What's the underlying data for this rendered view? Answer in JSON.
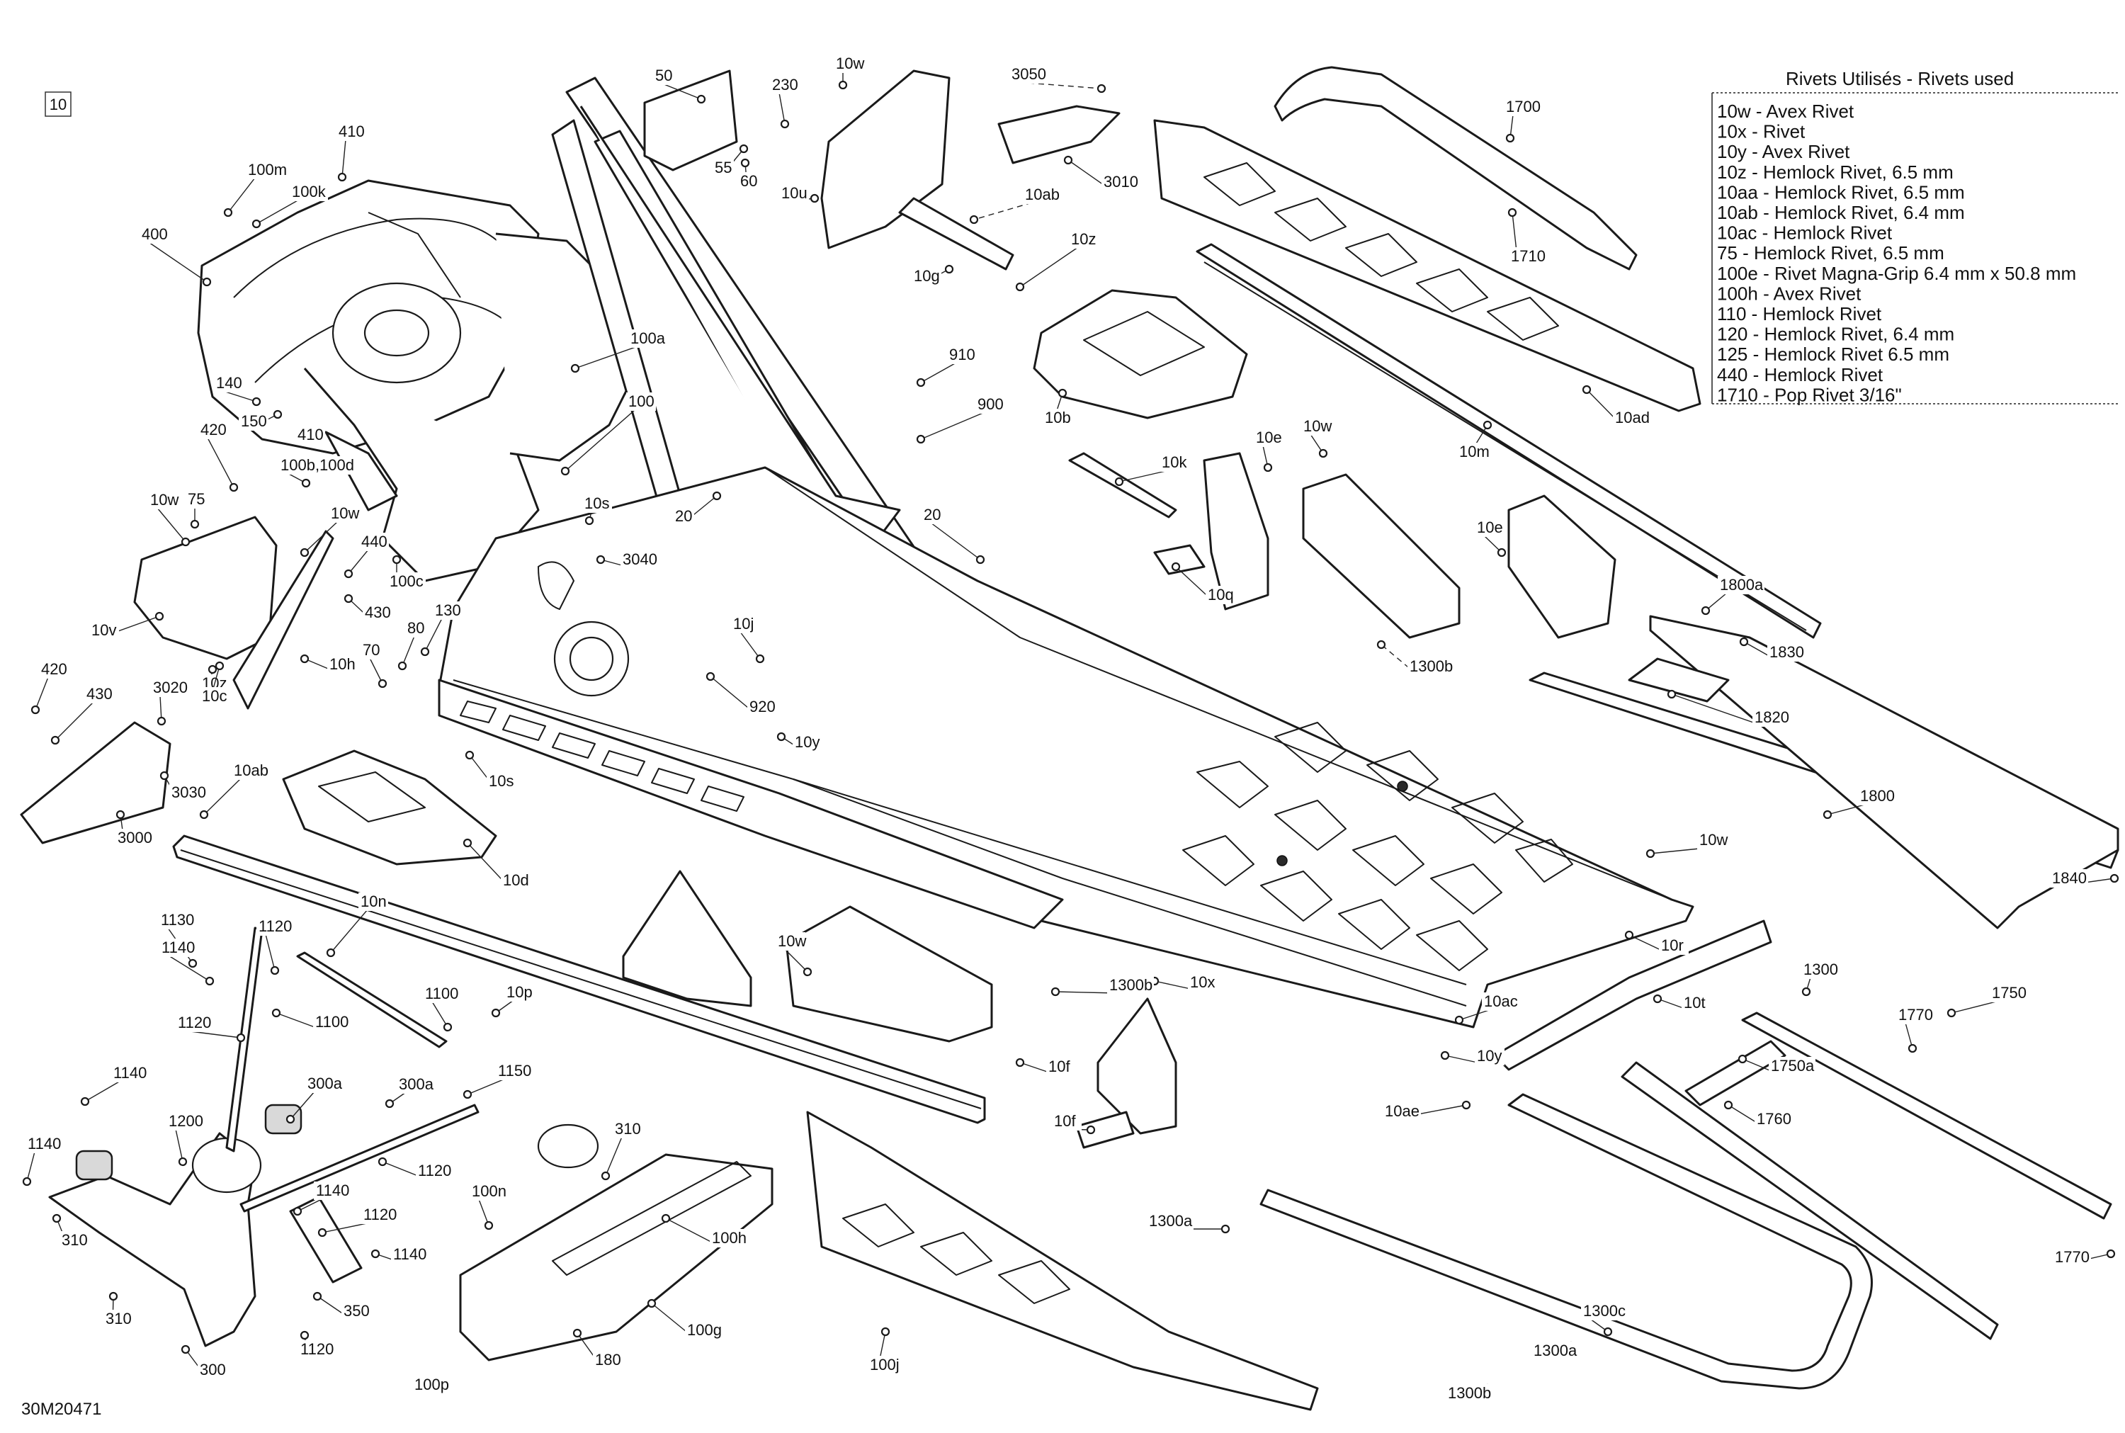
{
  "diagram_code": "30M20471",
  "page_ref": "10",
  "legend": {
    "title": "Rivets Utilisés - Rivets used",
    "rows": [
      "10w - Avex Rivet",
      "10x - Rivet",
      "10y - Avex Rivet",
      "10z - Hemlock Rivet, 6.5 mm",
      "10aa - Hemlock Rivet, 6.5 mm",
      "10ab - Hemlock Rivet, 6.4 mm",
      "10ac - Hemlock Rivet",
      "75 - Hemlock Rivet, 6.5 mm",
      "100e - Rivet Magna-Grip 6.4 mm x 50.8 mm",
      "100h - Avex Rivet",
      "110 - Hemlock Rivet",
      "120 - Hemlock Rivet, 6.4 mm",
      "125 - Hemlock Rivet 6.5 mm",
      "440 - Hemlock Rivet",
      "1710 - Pop Rivet 3/16\""
    ]
  },
  "callouts": [
    "410",
    "100m",
    "100k",
    "400",
    "140",
    "150",
    "410",
    "420",
    "100b,100d",
    "75",
    "10w",
    "10w",
    "440",
    "430",
    "10v",
    "80",
    "130",
    "70",
    "10h",
    "10z",
    "420",
    "430",
    "3020",
    "3030",
    "3000",
    "10ab",
    "10c",
    "100c",
    "100a",
    "100",
    "20",
    "10s",
    "3040",
    "10j",
    "920",
    "10y",
    "10s",
    "10d",
    "50",
    "55",
    "60",
    "230",
    "10w",
    "10u",
    "10ab",
    "10g",
    "10z",
    "3050",
    "3010",
    "910",
    "900",
    "10b",
    "20",
    "10k",
    "10q",
    "10e",
    "10w",
    "10e",
    "1300b",
    "1700",
    "1710",
    "10ad",
    "10m",
    "1800a",
    "1830",
    "1820",
    "1800",
    "1840",
    "10w",
    "10r",
    "10t",
    "10ac",
    "10y",
    "10x",
    "1300b",
    "10f",
    "10w",
    "10f",
    "10p",
    "10n",
    "1130",
    "1120",
    "1140",
    "1120",
    "1100",
    "1100",
    "1140",
    "300a",
    "300a",
    "1150",
    "1120",
    "1200",
    "1140",
    "1120",
    "1140",
    "350",
    "1120",
    "1140",
    "310",
    "310",
    "300",
    "310",
    "100n",
    "100h",
    "100g",
    "180",
    "100p",
    "100j",
    "10ae",
    "1300a",
    "1300a",
    "1300c",
    "1300b",
    "1300",
    "1770",
    "1750",
    "1750a",
    "1760",
    "1770",
    "1770"
  ]
}
